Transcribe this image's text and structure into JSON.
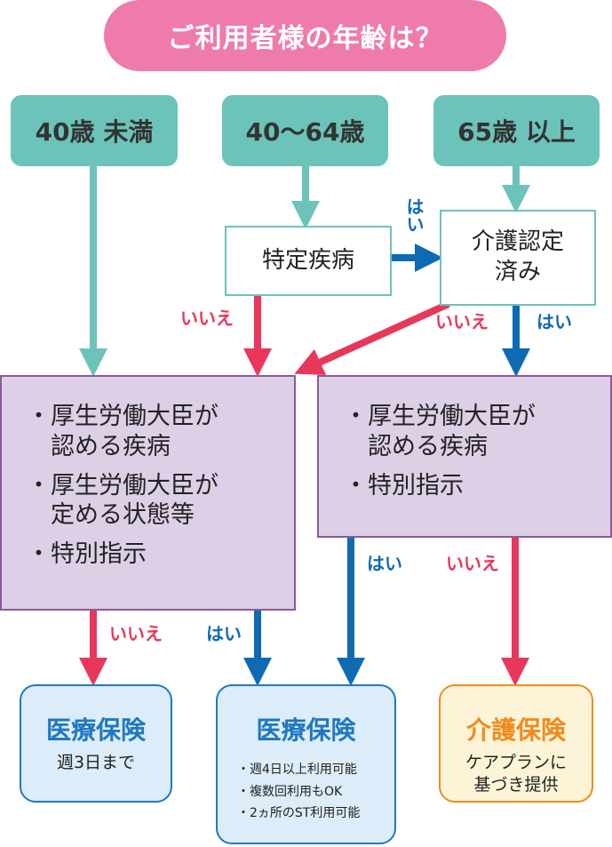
{
  "title": "ご利用者様の年齢は？",
  "ages": [
    "40歳 未満",
    "40〜64歳",
    "65歳 以上"
  ],
  "tokutei": "特定疾病",
  "nintei": "介護認定\n済み",
  "labels": {
    "yes": "はい",
    "no": "いいえ"
  },
  "left_box": [
    "・厚生労働大臣が\n　認める疾病",
    "・厚生労働大臣が\n　定める状態等",
    "・特別指示"
  ],
  "right_box": [
    "・厚生労働大臣が\n　認める疾病",
    "・特別指示"
  ],
  "results": [
    {
      "title": "医療保険",
      "sub": "週3日まで"
    },
    {
      "title": "医療保険",
      "bullets": [
        "・週4日以上利用可能",
        "・複数回利用もOK",
        "・2ヵ所のST利用可能"
      ]
    },
    {
      "title": "介護保険",
      "sub": "ケアプランに\n基づき提供"
    }
  ],
  "colors": {
    "teal": "#6cc3b9",
    "pink": "#ee7bab",
    "red": "#e8375a",
    "blue": "#0f6ab4",
    "purple": "#8b5a9e",
    "orange": "#f08a1c"
  }
}
